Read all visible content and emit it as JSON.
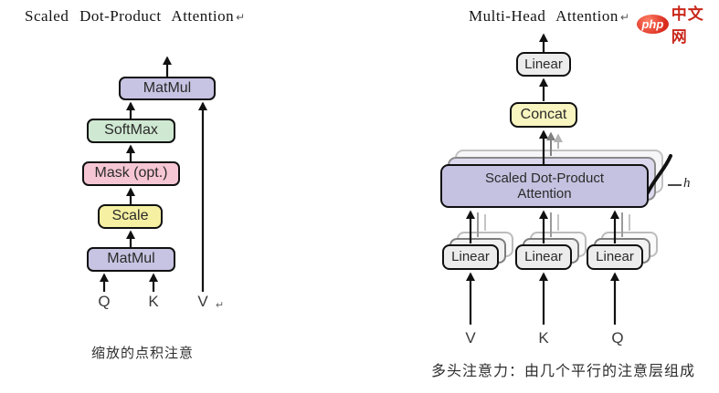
{
  "marks": {
    "return": "↵"
  },
  "left": {
    "title": "Scaled Dot-Product Attention",
    "boxes": [
      {
        "label": "MatMul"
      },
      {
        "label": "SoftMax"
      },
      {
        "label": "Mask (opt.)"
      },
      {
        "label": "Scale"
      },
      {
        "label": "MatMul"
      }
    ],
    "inputs": [
      {
        "label": "Q"
      },
      {
        "label": "K"
      },
      {
        "label": "V"
      }
    ],
    "caption": "缩放的点积注意"
  },
  "right": {
    "title": "Multi-Head Attention",
    "linear_top": "Linear",
    "concat": "Concat",
    "attention_line1": "Scaled Dot-Product",
    "attention_line2": "Attention",
    "heads_label": "h",
    "linears": [
      {
        "label": "Linear"
      },
      {
        "label": "Linear"
      },
      {
        "label": "Linear"
      }
    ],
    "inputs": [
      {
        "label": "V"
      },
      {
        "label": "K"
      },
      {
        "label": "Q"
      }
    ],
    "caption": "多头注意力：由几个平行的注意层组成"
  },
  "logo": {
    "badge": "php",
    "text": "中文网"
  },
  "colors": {
    "purple_box": "#c7c3e2",
    "green_box": "#cfe8d2",
    "pink_box": "#f7c6d5",
    "yellow_box": "#f5f0a2",
    "pale_yellow_box": "#f8f5c0",
    "gray_box": "#ececec",
    "arrow": "#111111",
    "gray_arrow_mid": "#808080",
    "gray_arrow_light": "#b3b3b3",
    "logo_red": "#d92b1e"
  }
}
